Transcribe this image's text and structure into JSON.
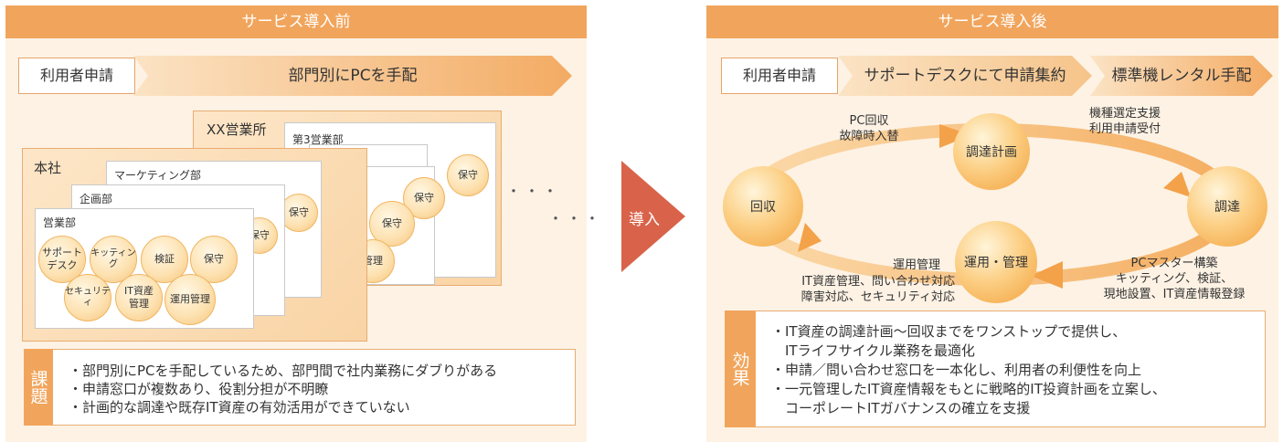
{
  "before": {
    "header": "サービス導入前",
    "flow": {
      "requester": "利用者申請",
      "arrow": "部門別にPCを手配"
    },
    "offices": {
      "branch": "XX営業所",
      "branch_sheet": "第3営業部",
      "hq": "本社",
      "hq_sheet1": "マーケティング部",
      "hq_sheet2": "企画部",
      "hq_sheet3": "営業部"
    },
    "functions": {
      "support": "サポート\nデスク",
      "kitting": "キッティング",
      "verify": "検証",
      "maintenance": "保守",
      "security": "セキュリティ",
      "it_asset": "IT資産\n管理",
      "ops": "運用管理"
    },
    "back_balls": {
      "maintenance": "保守",
      "management": "管理"
    },
    "dots": "・・・",
    "issue": {
      "tag": "課題",
      "lines": [
        "・部門別にPCを手配しているため、部門間で社内業務にダブりがある",
        "・申請窓口が複数あり、役割分担が不明瞭",
        "・計画的な調達や既存IT資産の有効活用ができていない"
      ]
    }
  },
  "intro": "導入",
  "after": {
    "header": "サービス導入後",
    "flow": {
      "requester": "利用者申請",
      "step1": "サポートデスクにて申請集約",
      "step2": "標準機レンタル手配"
    },
    "cycle": {
      "plan": "調達計画",
      "procure": "調達",
      "ops": "運用・管理",
      "collect": "回収"
    },
    "labels": {
      "collect_to_plan": "PC回収\n故障時入替",
      "plan_to_procure": "機種選定支援\n利用申請受付",
      "procure_to_ops": "PCマスター構築\nキッティング、検証、\n現地設置、IT資産情報登録",
      "ops_to_collect_title": "運用管理",
      "ops_to_collect": "IT資産管理、問い合わせ対応\n障害対応、セキュリティ対応"
    },
    "effect": {
      "tag": "効果",
      "lines": [
        "・IT資産の調達計画～回収までをワンストップで提供し、",
        "　ITライフサイクル業務を最適化",
        "・申請／問い合わせ窓口を一本化し、利用者の利便性を向上",
        "・一元管理したIT資産情報をもとに戦略的IT投資計画を立案し、",
        "　コーポレートITガバナンスの確立を支援"
      ]
    }
  },
  "colors": {
    "accent": "#f1a55c",
    "intro_arrow": "#d9634a",
    "panel_bg": "#fdf2e4"
  }
}
